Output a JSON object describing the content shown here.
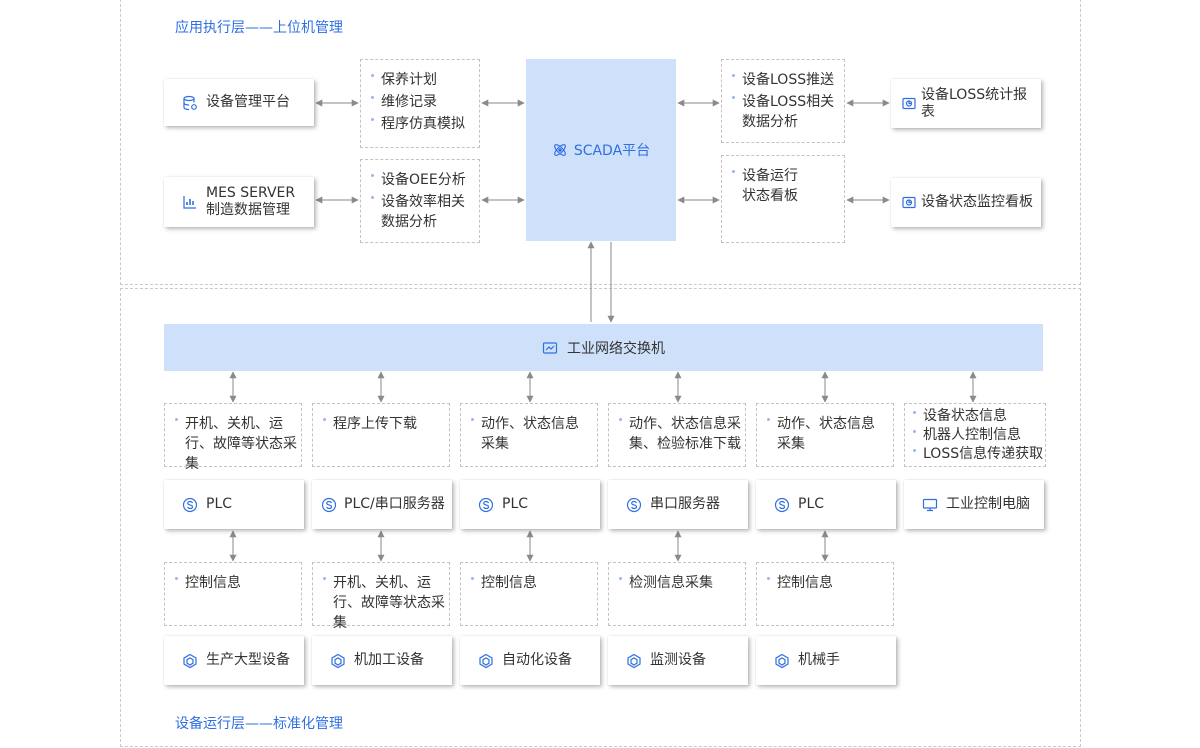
{
  "top_layer": {
    "title": "应用执行层——上位机管理"
  },
  "bottom_layer": {
    "title": "设备运行层——标准化管理"
  },
  "platforms": {
    "equipment_mgmt": "设备管理平台",
    "mes_line1": "MES SERVER",
    "mes_line2": "制造数据管理"
  },
  "top_mid_boxes": {
    "maintenance": [
      "保养计划",
      "维修记录",
      "程序仿真模拟"
    ],
    "oee": [
      "设备OEE分析",
      "设备效率相关数据分析"
    ]
  },
  "scada": {
    "label": "SCADA平台"
  },
  "top_right_boxes": {
    "loss": [
      "设备LOSS推送",
      "设备LOSS相关数据分析"
    ],
    "status": [
      "设备运行状态看板"
    ]
  },
  "reports": {
    "loss_report": "设备LOSS统计报表",
    "status_board": "设备状态监控看板"
  },
  "switch": {
    "label": "工业网络交换机"
  },
  "columns": [
    {
      "upper": [
        "开机、关机、运行、故障等状态采集"
      ],
      "device": "PLC",
      "lower": "控制信息",
      "equipment": "生产大型设备"
    },
    {
      "upper": [
        "程序上传下载"
      ],
      "device": "PLC/串口服务器",
      "lower": "开机、关机、运行、故障等状态采集",
      "equipment": "机加工设备"
    },
    {
      "upper": [
        "动作、状态信息采集"
      ],
      "device": "PLC",
      "lower": "控制信息",
      "equipment": "自动化设备"
    },
    {
      "upper": [
        "动作、状态信息采集、检验标准下载"
      ],
      "device": "串口服务器",
      "lower": "检测信息采集",
      "equipment": "监测设备"
    },
    {
      "upper": [
        "动作、状态信息采集"
      ],
      "device": "PLC",
      "lower": "控制信息",
      "equipment": "机械手"
    },
    {
      "upper": [
        "设备状态信息",
        "机器人控制信息",
        "LOSS信息传递获取"
      ],
      "device": "工业控制电脑"
    }
  ],
  "colors": {
    "accent": "#2f6fe0",
    "highlight": "#cfe0fb",
    "arrow": "#8a8a8a",
    "border": "#c9c9c9"
  },
  "icons": {
    "equipment_mgmt": "database-icon",
    "mes": "bar-chart-icon",
    "scada": "atom-icon",
    "reports": "monitor-chart-icon",
    "switch": "network-switch-icon",
    "plc": "chip-icon",
    "pc": "computer-icon",
    "equipment": "cube-icon"
  }
}
